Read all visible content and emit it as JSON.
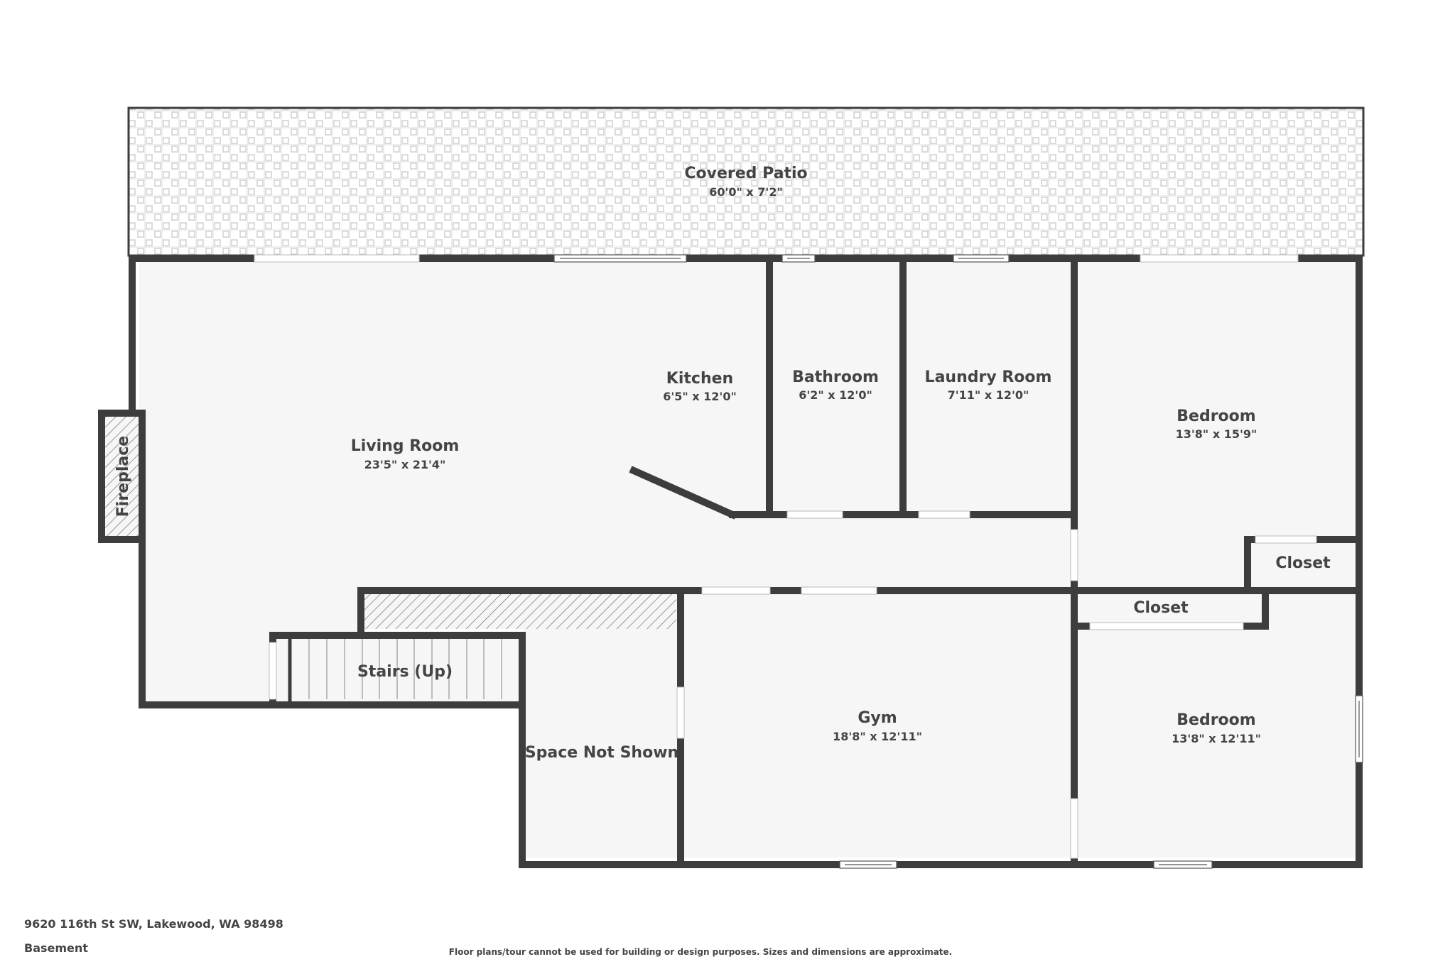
{
  "plan": {
    "colors": {
      "wall": "#3d3d3d",
      "floor": "#f6f6f6",
      "opening": "#ffffff",
      "text": "#444444",
      "patio_pattern": "#d0d0d0",
      "hatch": "#666666"
    },
    "rooms": [
      {
        "id": "covered-patio",
        "name": "Covered Patio",
        "dimensions": "60'0\" x 7'2\""
      },
      {
        "id": "living-room",
        "name": "Living Room",
        "dimensions": "23'5\" x 21'4\""
      },
      {
        "id": "kitchen",
        "name": "Kitchen",
        "dimensions": "6'5\" x 12'0\""
      },
      {
        "id": "bathroom",
        "name": "Bathroom",
        "dimensions": "6'2\" x 12'0\""
      },
      {
        "id": "laundry-room",
        "name": "Laundry Room",
        "dimensions": "7'11\" x 12'0\""
      },
      {
        "id": "bedroom-1",
        "name": "Bedroom",
        "dimensions": "13'8\" x 15'9\""
      },
      {
        "id": "closet-1",
        "name": "Closet",
        "dimensions": ""
      },
      {
        "id": "closet-2",
        "name": "Closet",
        "dimensions": ""
      },
      {
        "id": "gym",
        "name": "Gym",
        "dimensions": "18'8\" x 12'11\""
      },
      {
        "id": "bedroom-2",
        "name": "Bedroom",
        "dimensions": "13'8\" x 12'11\""
      },
      {
        "id": "space-not-shown",
        "name": "Space Not Shown",
        "dimensions": ""
      },
      {
        "id": "stairs",
        "name": "Stairs (Up)",
        "dimensions": ""
      },
      {
        "id": "fireplace",
        "name": "Fireplace",
        "dimensions": ""
      }
    ]
  },
  "footer": {
    "address": "9620 116th St SW, Lakewood, WA 98498",
    "level": "Basement",
    "disclaimer": "Floor plans/tour cannot be used for building or design purposes. Sizes and dimensions are approximate."
  }
}
